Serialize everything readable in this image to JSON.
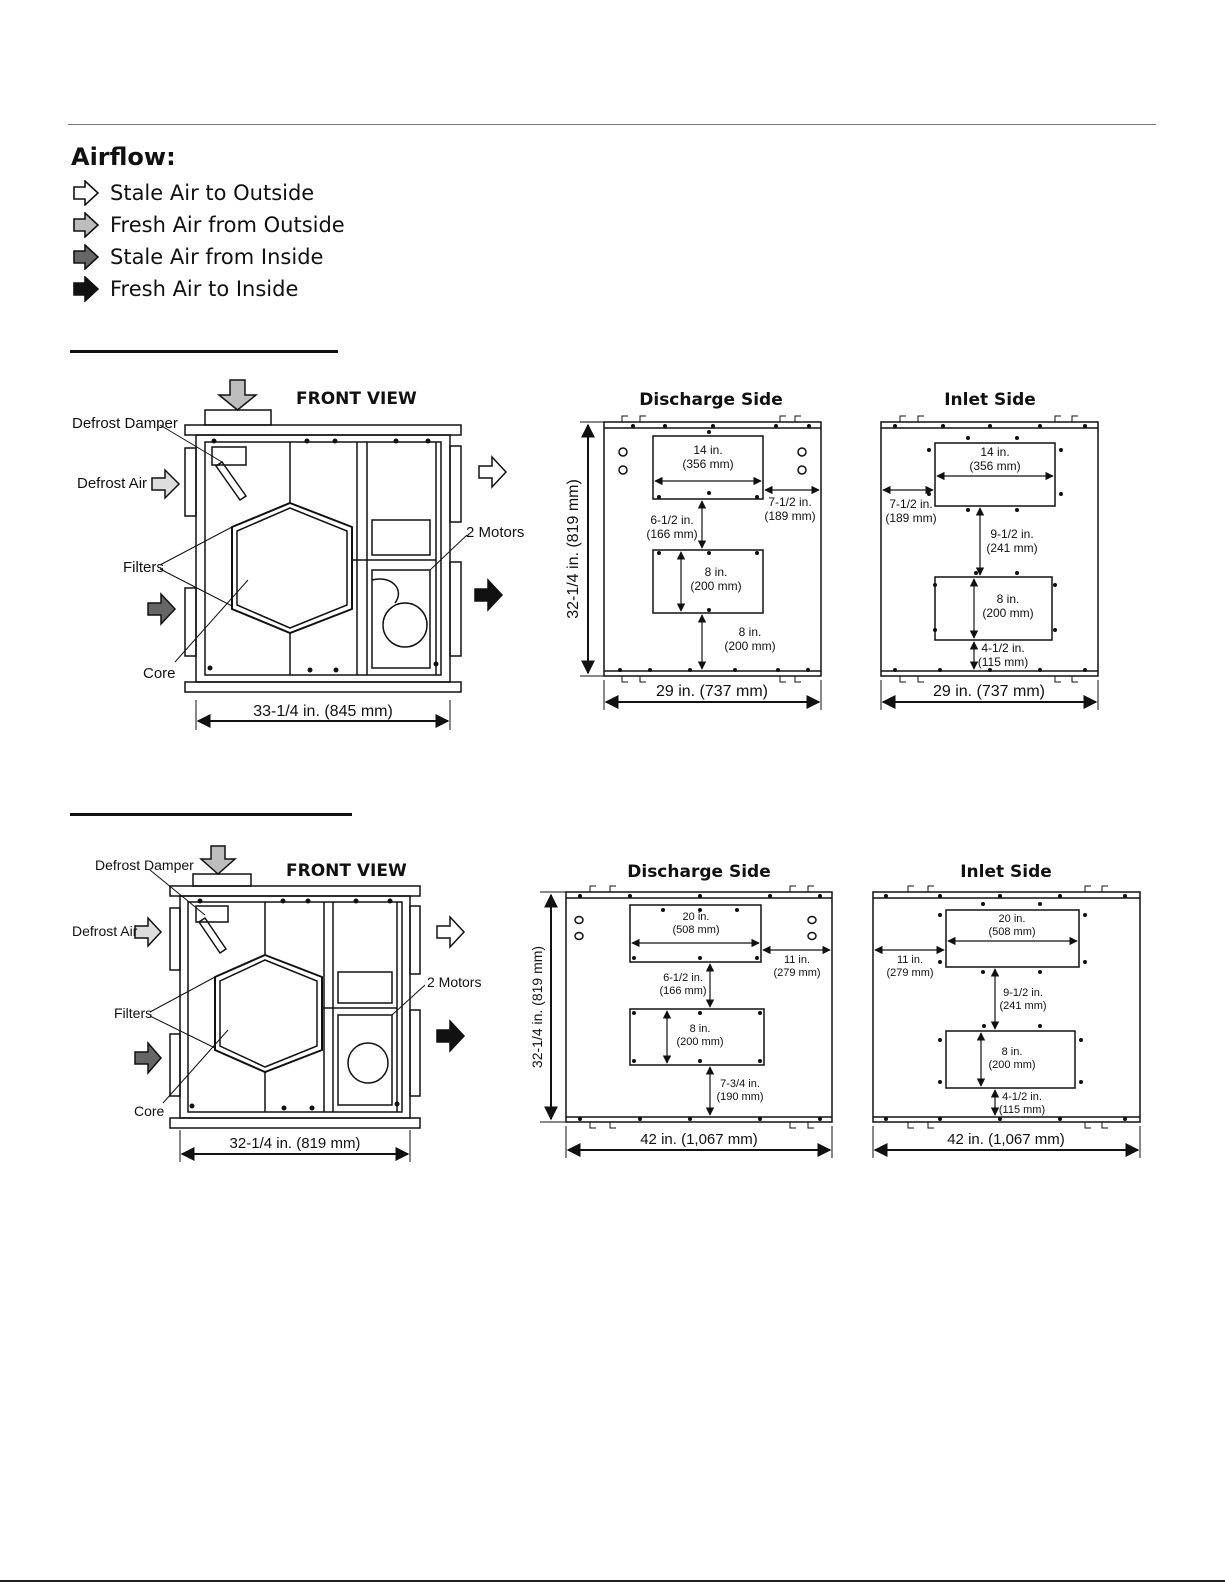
{
  "legend": {
    "title": "Airflow:",
    "items": [
      {
        "label": "Stale Air to Outside",
        "fill": "#ffffff",
        "icon": "outline-arrow-icon"
      },
      {
        "label": "Fresh Air from Outside",
        "fill": "#bdbdbd",
        "icon": "light-gray-arrow-icon"
      },
      {
        "label": "Stale Air from Inside",
        "fill": "#666666",
        "icon": "dark-gray-arrow-icon"
      },
      {
        "label": "Fresh Air to Inside",
        "fill": "#111111",
        "icon": "black-arrow-icon"
      }
    ]
  },
  "unit1": {
    "front": {
      "title": "FRONT VIEW",
      "defrost_damper": "Defrost Damper",
      "defrost_air": "Defrost Air",
      "filters": "Filters",
      "core": "Core",
      "motors": "2 Motors",
      "width": "33-1/4 in. (845 mm)"
    },
    "discharge": {
      "title": "Discharge Side",
      "height": "32-1/4 in. (819 mm)",
      "width": "29 in. (737 mm)",
      "top_w1": "14 in.",
      "top_w2": "(356 mm)",
      "side_1": "7-1/2 in.",
      "side_2": "(189 mm)",
      "gap_1": "6-1/2 in.",
      "gap_2": "(166 mm)",
      "low_h1": "8 in.",
      "low_h2": "(200 mm)",
      "bot_1": "8 in.",
      "bot_2": "(200 mm)"
    },
    "inlet": {
      "title": "Inlet Side",
      "width": "29 in. (737 mm)",
      "top_w1": "14 in.",
      "top_w2": "(356 mm)",
      "side_1": "7-1/2 in.",
      "side_2": "(189 mm)",
      "gap_1": "9-1/2 in.",
      "gap_2": "(241 mm)",
      "low_h1": "8 in.",
      "low_h2": "(200 mm)",
      "bot_1": "4-1/2 in.",
      "bot_2": "(115 mm)"
    }
  },
  "unit2": {
    "front": {
      "title": "FRONT VIEW",
      "defrost_damper": "Defrost Damper",
      "defrost_air": "Defrost Air",
      "filters": "Filters",
      "core": "Core",
      "motors": "2 Motors",
      "width": "32-1/4 in. (819 mm)"
    },
    "discharge": {
      "title": "Discharge Side",
      "height": "32-1/4 in. (819 mm)",
      "width": "42 in. (1,067 mm)",
      "top_w1": "20 in.",
      "top_w2": "(508 mm)",
      "side_1": "11 in.",
      "side_2": "(279 mm)",
      "gap_1": "6-1/2 in.",
      "gap_2": "(166 mm)",
      "low_h1": "8 in.",
      "low_h2": "(200 mm)",
      "bot_1": "7-3/4 in.",
      "bot_2": "(190 mm)"
    },
    "inlet": {
      "title": "Inlet Side",
      "width": "42 in. (1,067 mm)",
      "top_w1": "20 in.",
      "top_w2": "(508 mm)",
      "side_1": "11 in.",
      "side_2": "(279 mm)",
      "gap_1": "9-1/2 in.",
      "gap_2": "(241 mm)",
      "low_h1": "8 in.",
      "low_h2": "(200 mm)",
      "bot_1": "4-1/2 in.",
      "bot_2": "(115 mm)"
    }
  }
}
